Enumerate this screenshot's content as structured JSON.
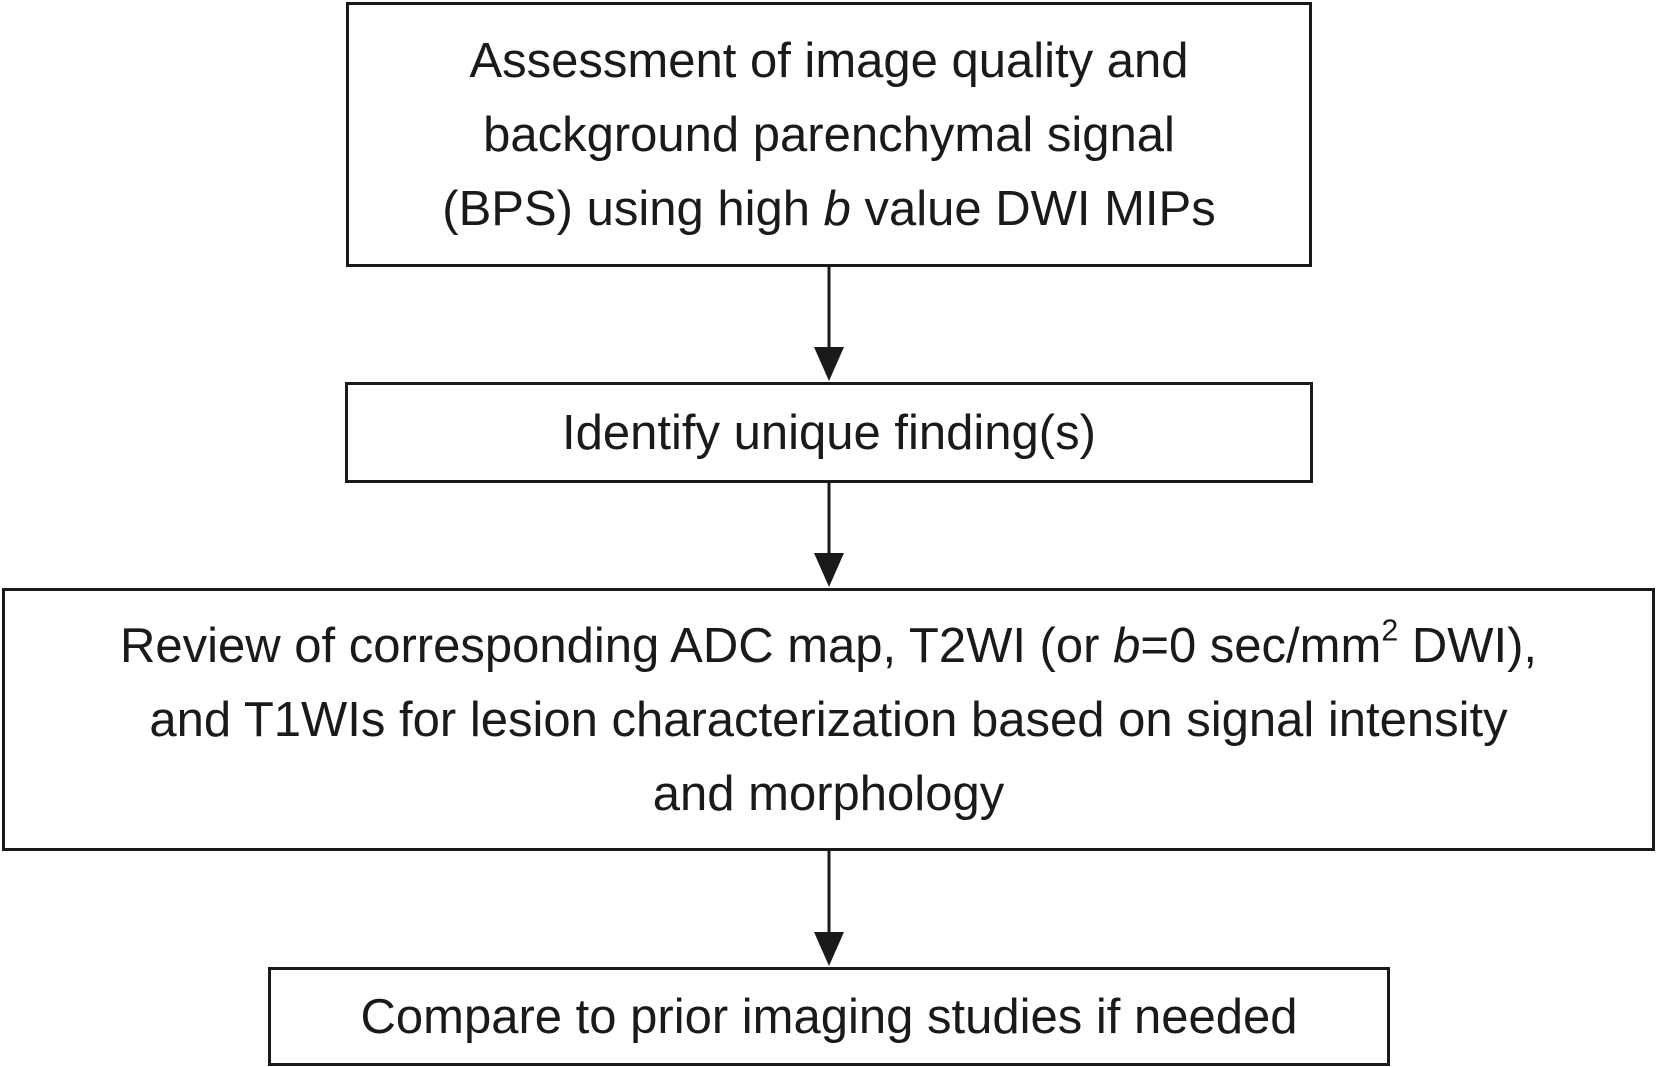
{
  "flowchart": {
    "steps": [
      {
        "line1": "Assessment of image quality and",
        "line2": "background parenchymal signal",
        "line3_pre": "(BPS) using high ",
        "line3_italic": "b",
        "line3_post": " value DWI MIPs"
      },
      {
        "line1": "Identify unique finding(s)"
      },
      {
        "line1_pre": "Review of corresponding ADC map, T2WI (or ",
        "line1_italic": "b",
        "line1_mid": "=0 sec/mm",
        "line1_sup": "2",
        "line1_post": " DWI),",
        "line2": "and T1WIs for lesion characterization based on signal intensity",
        "line3": "and morphology"
      },
      {
        "line1": "Compare to prior imaging studies if needed"
      }
    ]
  }
}
